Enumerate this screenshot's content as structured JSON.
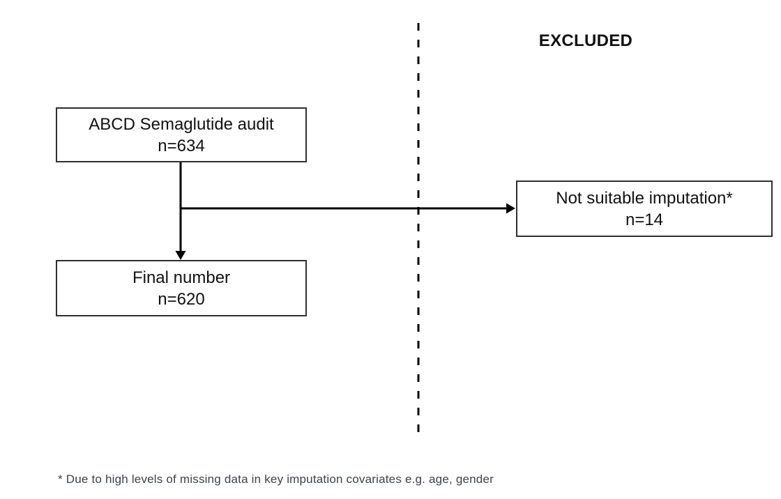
{
  "excluded_header": "EXCLUDED",
  "boxes": {
    "audit": {
      "line1": "ABCD Semaglutide audit",
      "line2": "n=634"
    },
    "final": {
      "line1": "Final number",
      "line2": "n=620"
    },
    "not_suitable": {
      "line1": "Not suitable imputation*",
      "line2": "n=14"
    }
  },
  "footnote": "* Due to high levels of missing data in key imputation covariates e.g. age, gender",
  "colors": {
    "box_border": "#2f2f2f",
    "box_text": "#111111",
    "connector_line": "#000000",
    "footnote_text": "#3c414b",
    "background": "#ffffff"
  }
}
